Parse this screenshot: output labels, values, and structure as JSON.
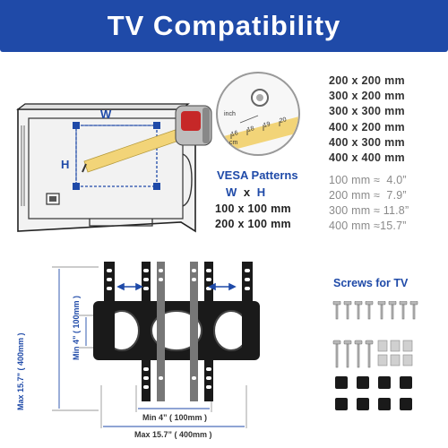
{
  "title": "TV  Compatibility",
  "tv_labels": {
    "w": "W",
    "h": "H"
  },
  "tape": {
    "unit_inch": "inch",
    "unit_cm": "cm",
    "ticks": [
      "16",
      "18",
      "19",
      "20"
    ]
  },
  "supported_sizes": [
    "200 x 200 mm",
    "300 x 200 mm",
    "300 x 300 mm",
    "400 x 200 mm",
    "400 x 300 mm",
    "400 x 400 mm"
  ],
  "vesa": {
    "title": "VESA Patterns",
    "w": "W",
    "x": "x",
    "h": "H",
    "rows": [
      "100 x 100 mm",
      "200 x 100 mm"
    ]
  },
  "conversions": [
    "100 mm ≈  4.0”",
    "200 mm ≈  7.9”",
    "300 mm ≈ 11.8”",
    "400 mm ≈15.7”"
  ],
  "mount_dims": {
    "max_h": "Max 15.7” ( 400mm )",
    "min_h": "Min  4” ( 100mm )",
    "min_w": "Min  4” ( 100mm )",
    "max_w": "Max  15.7” ( 400mm )"
  },
  "screws_title": "Screws for TV",
  "colors": {
    "brand_blue": "#1f4aa8",
    "tape_yellow": "#f2d478",
    "mount_black": "#1a1a1a"
  },
  "icons": [
    "measuring-tape-icon",
    "magnifier-icon",
    "screw-icon",
    "spacer-icon",
    "washer-icon"
  ]
}
